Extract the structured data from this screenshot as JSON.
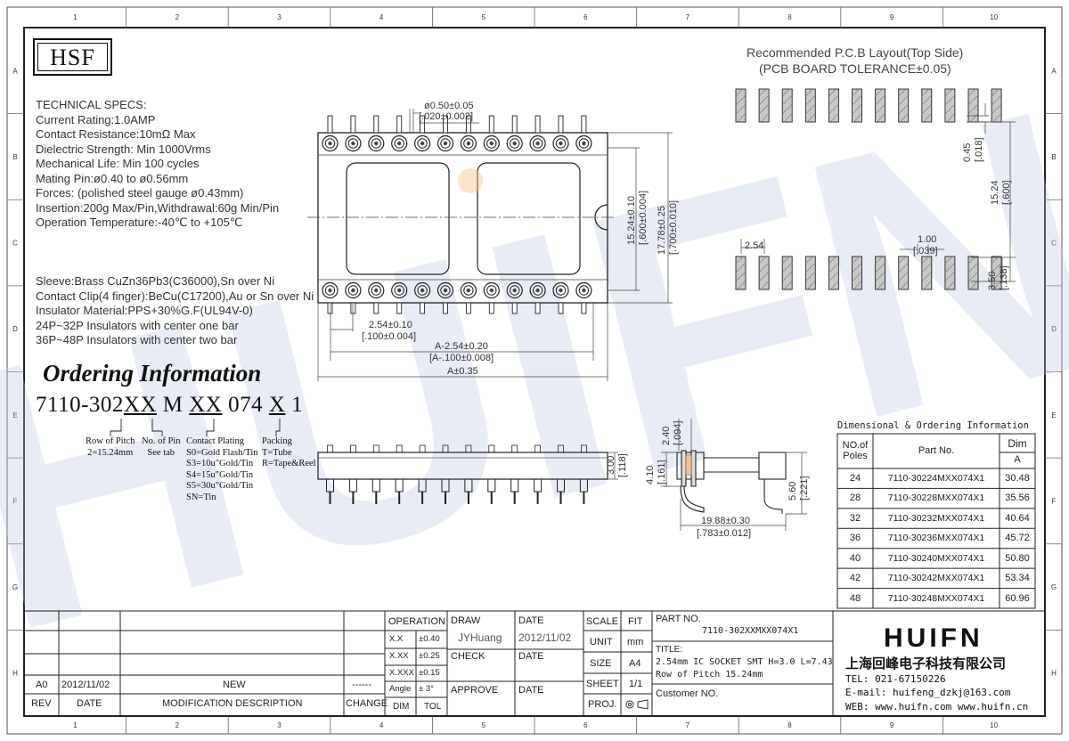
{
  "frame": {
    "grid_cols": [
      "1",
      "2",
      "3",
      "4",
      "5",
      "6",
      "7",
      "8",
      "9",
      "10"
    ],
    "grid_rows": [
      "A",
      "B",
      "C",
      "D",
      "E",
      "F",
      "G",
      "H"
    ]
  },
  "watermark": "HUIFN",
  "hsf_label": "HSF",
  "specs": {
    "heading": "TECHNICAL SPECS:",
    "lines": [
      "Current Rating:1.0AMP",
      "Contact Resistance:10mΩ Max",
      "Dielectric Strength: Min 1000Vrms",
      "Mechanical Life: Min 100 cycles",
      "Mating Pin:ø0.40 to ø0.56mm",
      "Forces: (polished steel gauge ø0.43mm)",
      "Insertion:200g Max/Pin,Withdrawal:60g Min/Pin",
      "Operation Temperature:-40℃ to +105℃"
    ],
    "materials": [
      "Sleeve:Brass CuZn36Pb3(C36000),Sn over Ni",
      "Contact Clip(4 finger):BeCu(C17200),Au or Sn over Ni",
      "Insulator Material:PPS+30%G.F(UL94V-0)",
      "24P~32P Insulators with center one bar",
      "36P~48P Insulators with center two bar"
    ]
  },
  "ordering": {
    "title": "Ordering Information",
    "code_parts": [
      "7110-302",
      "XX",
      "M",
      "XX",
      "074",
      "X",
      "1"
    ],
    "legend": {
      "row_pitch": [
        "Row of Pitch",
        "2=15.24mm"
      ],
      "num_pin": [
        "No. of Pin",
        "See tab"
      ],
      "plating": [
        "Contact Plating",
        "S0=Gold Flash/Tin",
        "S3=10u\"Gold/Tin",
        "S4=15u\"Gold/Tin",
        "S5=30u\"Gold/Tin",
        "SN=Tin"
      ],
      "packing": [
        "Packing",
        "T=Tube",
        "R=Tape&Reel"
      ]
    }
  },
  "dims": {
    "pin_dia": "ø0.50±0.05",
    "pin_dia_in": "[.020±0.002]",
    "row_h1": "15.24±0.10",
    "row_h1_in": "[.600±0.004]",
    "row_h2": "17.78±0.25",
    "row_h2_in": "[.700±0.010]",
    "pitch": "2.54±0.10",
    "pitch_in": "[.100±0.004]",
    "len1": "A-2.54±0.20",
    "len1_in": "[A-.100±0.008]",
    "len2": "A±0.35",
    "side_h": "3.00",
    "side_h_in": "[.118]",
    "sect_a": "2.40",
    "sect_a_in": "[.094]",
    "sect_b": "4.10",
    "sect_b_in": "[.161]",
    "sect_c": "5.60",
    "sect_c_in": "[.221]",
    "sect_w": "19.88±0.30",
    "sect_w_in": "[.783±0.012]"
  },
  "pcb": {
    "title1": "Recommended P.C.B Layout(Top Side)",
    "title2": "(PCB BOARD TOLERANCE±0.05)",
    "pad_w": "0.45",
    "pad_w_in": "[.018]",
    "row_sp": "15.24",
    "row_sp_in": "[.600]",
    "pitch": "2.54",
    "pad_1": "1.00",
    "pad_1_in": "[.039]",
    "pad_len": "3.50",
    "pad_len_in": "[.138]"
  },
  "table": {
    "title": "Dimensional & Ordering Information",
    "headers": {
      "poles": [
        "NO.of",
        "Poles"
      ],
      "part": "Part No.",
      "dim": "Dim",
      "dim_sub": "A"
    },
    "rows": [
      {
        "poles": "24",
        "part": "7110-30224MXX074X1",
        "a": "30.48"
      },
      {
        "poles": "28",
        "part": "7110-30228MXX074X1",
        "a": "35.56"
      },
      {
        "poles": "32",
        "part": "7110-30232MXX074X1",
        "a": "40.64"
      },
      {
        "poles": "36",
        "part": "7110-30236MXX074X1",
        "a": "45.72"
      },
      {
        "poles": "40",
        "part": "7110-30240MXX074X1",
        "a": "50.80"
      },
      {
        "poles": "42",
        "part": "7110-30242MXX074X1",
        "a": "53.34"
      },
      {
        "poles": "48",
        "part": "7110-30248MXX074X1",
        "a": "60.96"
      }
    ]
  },
  "titleblock": {
    "rev_label": "REV",
    "date_label": "DATE",
    "mod_label": "MODIFICATION DESCRIPTION",
    "change_label": "CHANGE",
    "rev_val": "A0",
    "rev_date": "2012/11/02",
    "rev_desc": "NEW",
    "rev_change": "------",
    "operation": "OPERATION",
    "tol": [
      [
        "X.X",
        "±0.40"
      ],
      [
        "X.XX",
        "±0.25"
      ],
      [
        "X.XXX",
        "±0.15"
      ],
      [
        "Angle",
        "± 3°"
      ]
    ],
    "dim": "DIM",
    "tol_label": "TOL",
    "draw": "DRAW",
    "drawer": "JYHuang",
    "check": "CHECK",
    "approve": "APPROVE",
    "date": "DATE",
    "draw_date": "2012/11/02",
    "scale": "SCALE",
    "fit": "FIT",
    "unit": "UNIT",
    "unit_val": "mm",
    "size": "SIZE",
    "size_val": "A4",
    "sheet": "SHEET",
    "sheet_val": "1/1",
    "proj": "PROJ.",
    "part_no_label": "PART NO.",
    "part_no": "7110-302XXMXX074X1",
    "title_label": "TITLE:",
    "title_l1": "2.54mm IC SOCKET SMT H=3.0 L=7.43",
    "title_l2": "Row of Pitch 15.24mm",
    "customer": "Customer NO."
  },
  "company": {
    "logo": "HUIFN",
    "name_cn": "上海回峰电子科技有限公司",
    "tel": "TEL: 021-67150226",
    "email": "E-mail: huifeng_dzkj@163.com",
    "web": "WEB: www.huifn.com   www.huifn.cn"
  }
}
